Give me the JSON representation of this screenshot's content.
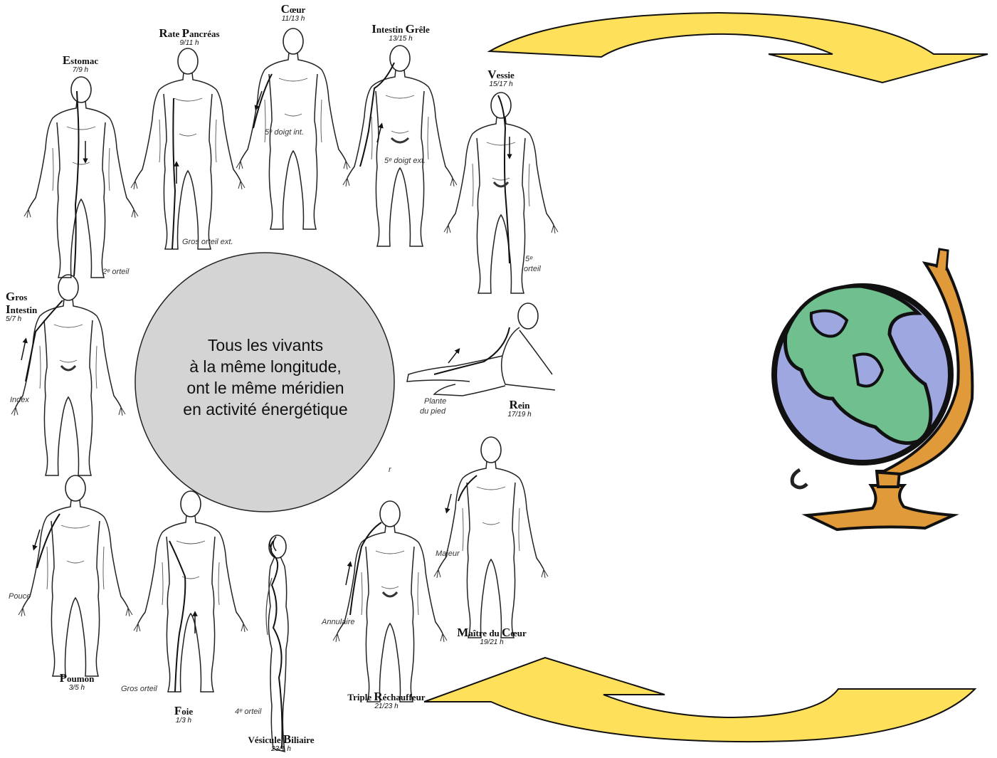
{
  "center_text": {
    "line1": "Tous les vivants",
    "line2": "à la même longitude,",
    "line3": "ont le même méridien",
    "line4": "en activité énergétique"
  },
  "meridians": [
    {
      "id": "estomac",
      "cap": "E",
      "rest": "stomac",
      "hours": "7/9 h"
    },
    {
      "id": "rate",
      "cap": "R",
      "rest": "ate ",
      "cap2": "P",
      "rest2": "ancréas",
      "hours": "9/11 h"
    },
    {
      "id": "coeur",
      "cap": "C",
      "rest": "œur",
      "hours": "11/13 h"
    },
    {
      "id": "intestin-grele",
      "cap": "I",
      "rest": "ntestin ",
      "cap2": "G",
      "rest2": "rêle",
      "hours": "13/15 h"
    },
    {
      "id": "vessie",
      "cap": "V",
      "rest": "essie",
      "hours": "15/17 h"
    },
    {
      "id": "gros-intestin",
      "cap": "G",
      "rest": "ros",
      "cap2": "I",
      "rest2": "ntestin",
      "hours": "5/7 h"
    },
    {
      "id": "rein",
      "cap": "R",
      "rest": "ein",
      "hours": "17/19 h"
    },
    {
      "id": "maitre-coeur",
      "cap": "M",
      "rest": "aître du ",
      "cap2": "C",
      "rest2": "œur",
      "hours": "19/21 h"
    },
    {
      "id": "poumon",
      "cap": "P",
      "rest": "oumon",
      "hours": "3/5 h"
    },
    {
      "id": "foie",
      "cap": "F",
      "rest": "oie",
      "hours": "1/3 h"
    },
    {
      "id": "vesicule",
      "cap": "",
      "rest": "Vésicule ",
      "cap2": "B",
      "rest2": "iliaire",
      "hours": "23/1 h"
    },
    {
      "id": "triple",
      "cap": "",
      "rest": "Triple ",
      "cap2": "R",
      "rest2": "échauffeur",
      "hours": "21/23 h"
    }
  ],
  "notes": {
    "deuxieme_orteil": "2ᵉ orteil",
    "gros_orteil_ext": "Gros orteil ext.",
    "cinq_doigt_int": "5ᵉ doigt int.",
    "cinq_doigt_ext": "5ᵉ doigt ext.",
    "cinq_orteil_a": "5ᵉ",
    "cinq_orteil_b": "orteil",
    "index": "Index",
    "plante_a": "Plante",
    "plante_b": "du pied",
    "majeur": "Majeur",
    "pouce": "Pouce",
    "gros_orteil": "Gros orteil",
    "quatre_orteil": "4ᵉ orteil",
    "annulaire": "Annulaire",
    "fragment_r": "r"
  },
  "colors": {
    "arrow_fill": "#ffe05a",
    "circle_fill": "#d4d4d4",
    "globe_ocean": "#9ea7e0",
    "globe_land": "#6fbf8f",
    "globe_stand": "#e09a3a"
  }
}
